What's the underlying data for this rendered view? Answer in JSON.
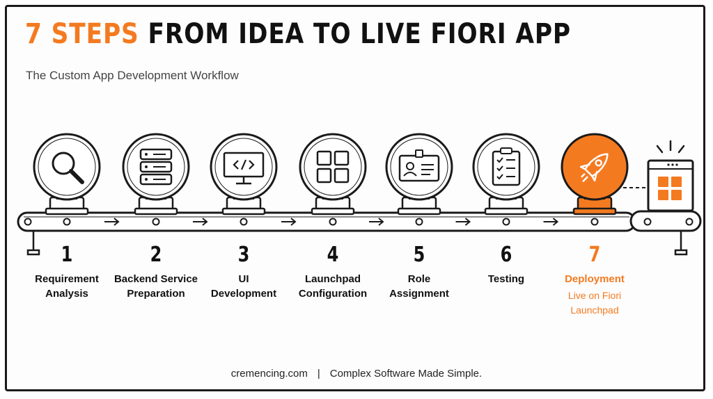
{
  "title": {
    "accent": "7 STEPS",
    "rest": "FROM IDEA TO LIVE FIORI APP"
  },
  "subtitle": "The Custom App Development Workflow",
  "colors": {
    "accent": "#f47a20",
    "ink": "#111111"
  },
  "steps": [
    {
      "number": "1",
      "label": "Requirement\nAnalysis",
      "icon": "magnifier-icon"
    },
    {
      "number": "2",
      "label": "Backend Service\nPreparation",
      "icon": "server-icon"
    },
    {
      "number": "3",
      "label": "UI\nDevelopment",
      "icon": "code-monitor-icon"
    },
    {
      "number": "4",
      "label": "Launchpad\nConfiguration",
      "icon": "tiles-grid-icon"
    },
    {
      "number": "5",
      "label": "Role\nAssignment",
      "icon": "id-badge-icon"
    },
    {
      "number": "6",
      "label": "Testing",
      "icon": "checklist-clipboard-icon"
    },
    {
      "number": "7",
      "label": "Deployment",
      "sublabel": "Live on Fiori\nLaunchpad",
      "icon": "rocket-icon",
      "highlight": true
    }
  ],
  "footer": {
    "site": "cremencing.com",
    "separator": "|",
    "tagline": "Complex Software Made Simple."
  }
}
